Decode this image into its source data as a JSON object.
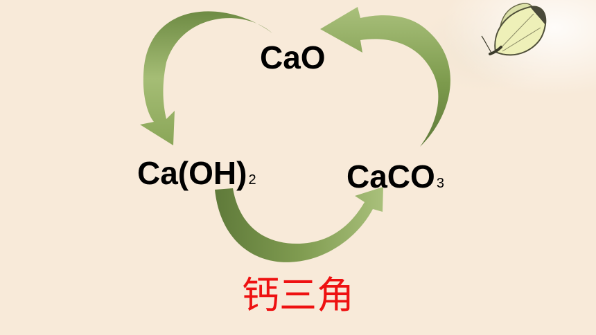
{
  "nodes": {
    "cao": {
      "label": "CaO"
    },
    "caoh2": {
      "label": "Ca(OH)",
      "subscript": "2"
    },
    "caco3": {
      "label": "CaCO",
      "subscript": "3"
    }
  },
  "title": "钙三角",
  "colors": {
    "background": "#f8ead9",
    "arrow_light": "#a9bf79",
    "arrow_dark": "#5f7a3a",
    "title": "#ee1111",
    "node_text": "#000000"
  },
  "icons": {
    "decoration": "butterfly-icon"
  }
}
